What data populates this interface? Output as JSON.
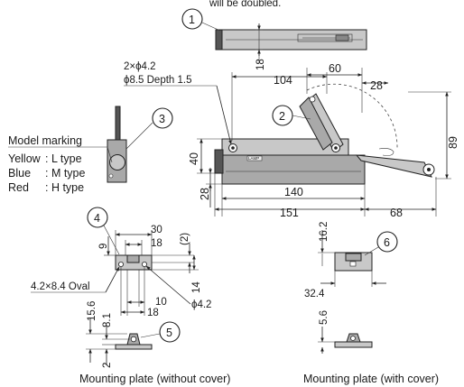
{
  "caption_top": "will be doubled.",
  "callouts": [
    "1",
    "2",
    "3",
    "4",
    "5",
    "6"
  ],
  "main_view": {
    "hole_spec_line1": "2×ϕ4.2",
    "hole_spec_line2": "ϕ8.5 Depth 1.5",
    "dims": {
      "d104": "104",
      "d60": "60",
      "d28_top": "28",
      "d89": "89",
      "d40": "40",
      "d28_left": "28",
      "d140": "140",
      "d151": "151",
      "d68": "68",
      "d18": "18"
    },
    "logo_text": "LAMP"
  },
  "model_marking": {
    "title": "Model marking",
    "rows": [
      {
        "color": "Yellow",
        "type": ": L type"
      },
      {
        "color": "Blue",
        "type": ": M type"
      },
      {
        "color": "Red",
        "type": ": H type"
      }
    ]
  },
  "plate_without_cover": {
    "dims": {
      "d30": "30",
      "d18_top": "18",
      "d9": "9",
      "d2": "(2)",
      "d14": "14",
      "d10": "10",
      "d18_bottom": "18",
      "phi42": "ϕ4.2",
      "oval": "4.2×8.4 Oval",
      "d15_6": "15.6",
      "d8_1": "8.1",
      "d2_bottom": "2"
    },
    "caption": "Mounting plate (without cover)"
  },
  "plate_with_cover": {
    "dims": {
      "d16_2": "16.2",
      "d32_4": "32.4",
      "d5_6": "5.6"
    },
    "caption": "Mounting plate (with cover)"
  }
}
